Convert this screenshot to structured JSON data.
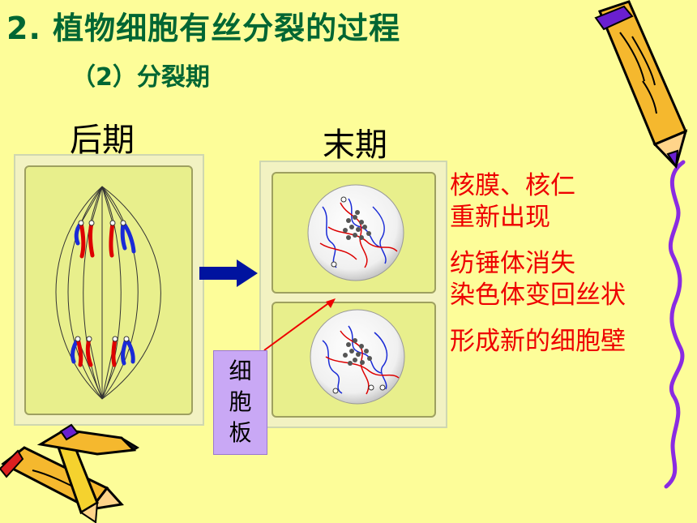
{
  "slide": {
    "title": "2. 植物细胞有丝分裂的过程",
    "subtitle": "（2）分裂期",
    "phases": {
      "anaphase": "后期",
      "telophase": "末期"
    },
    "notes": [
      "核膜、核仁",
      "重新出现",
      "纺锤体消失",
      "染色体变回丝状",
      "形成新的细胞壁"
    ],
    "cell_plate_label": [
      "细",
      "胞",
      "板"
    ]
  },
  "colors": {
    "background": "#fdfd99",
    "title": "#006633",
    "notes": "#ee0000",
    "arrow": "#00139f",
    "label_box": "#c9a8f5",
    "bracket": "#8a2be2"
  },
  "icons": [
    "crayon-icon",
    "crayon-icon",
    "crayon-icon"
  ]
}
